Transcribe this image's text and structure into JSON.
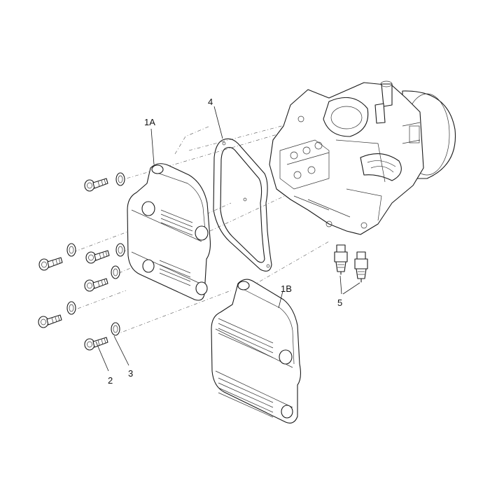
{
  "callouts": {
    "cover_a": "1A",
    "cover_b": "1B",
    "screw": "2",
    "washer": "3",
    "gasket": "4",
    "spark_plug": "5"
  },
  "colors": {
    "line": "#1a1a1a",
    "background": "#ffffff"
  }
}
